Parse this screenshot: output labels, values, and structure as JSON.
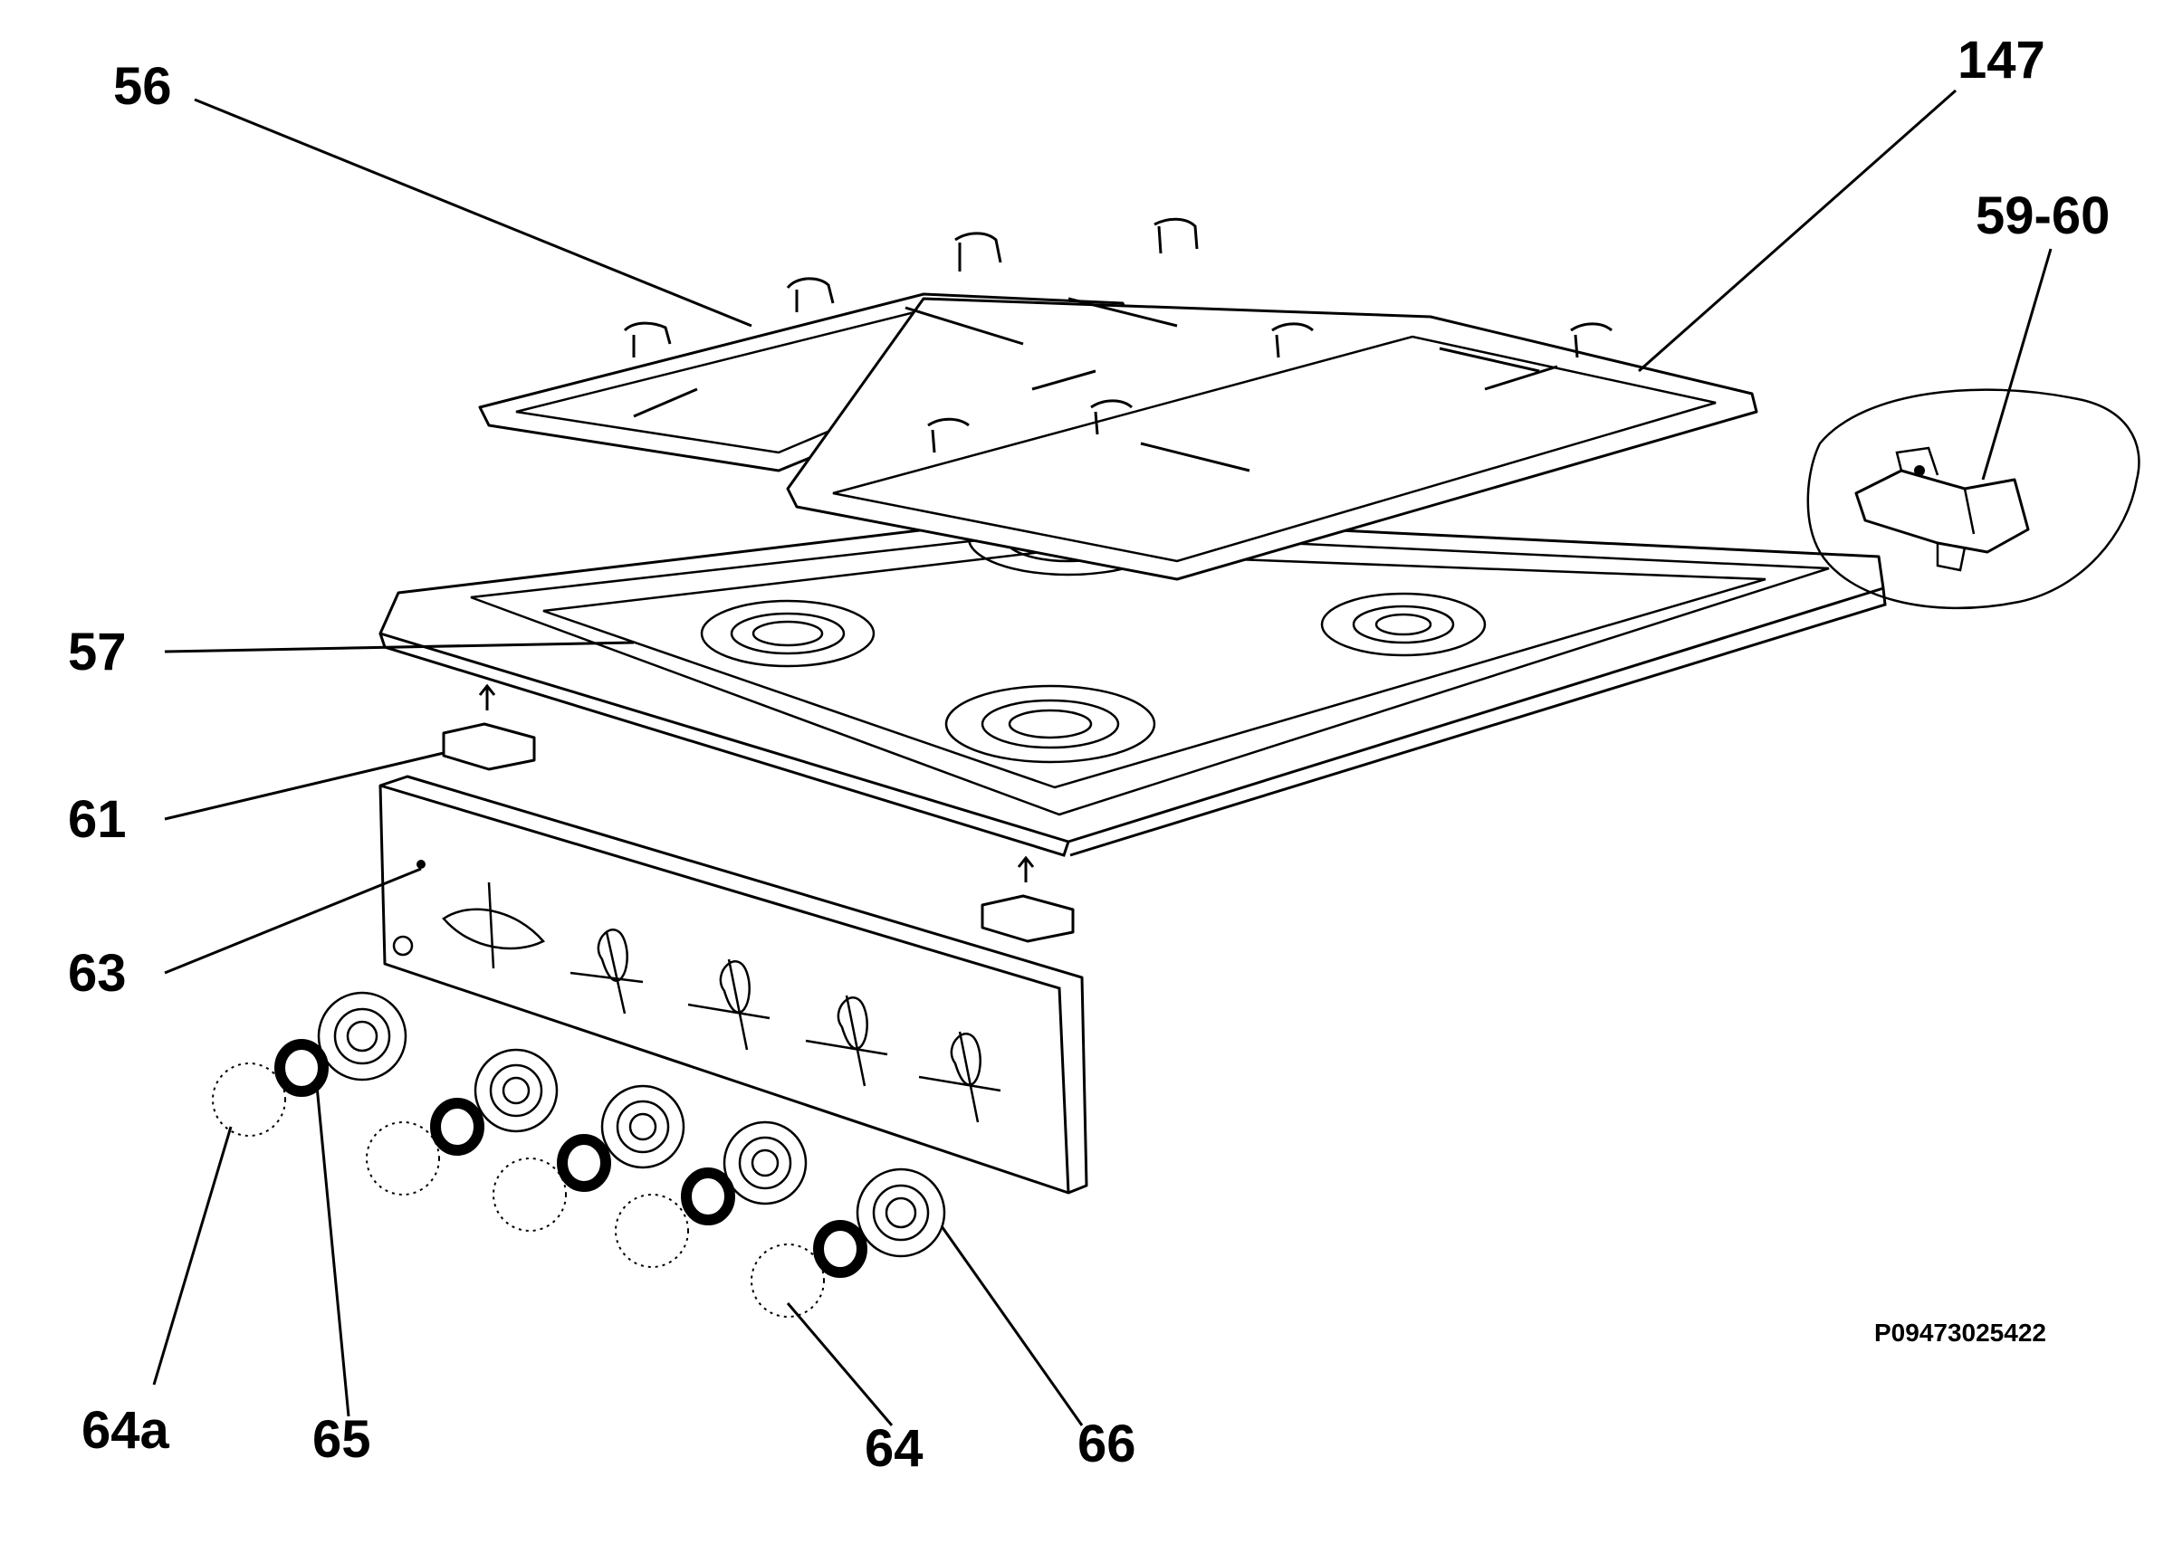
{
  "labels": {
    "grate_left": "56",
    "grate_right": "147",
    "spark_detail": "59-60",
    "hob_top": "57",
    "clip": "61",
    "control_panel": "63",
    "knob_front": "64a",
    "ring_black": "65",
    "knob": "64",
    "bezel": "66"
  },
  "drawing_code": "P09473025422"
}
